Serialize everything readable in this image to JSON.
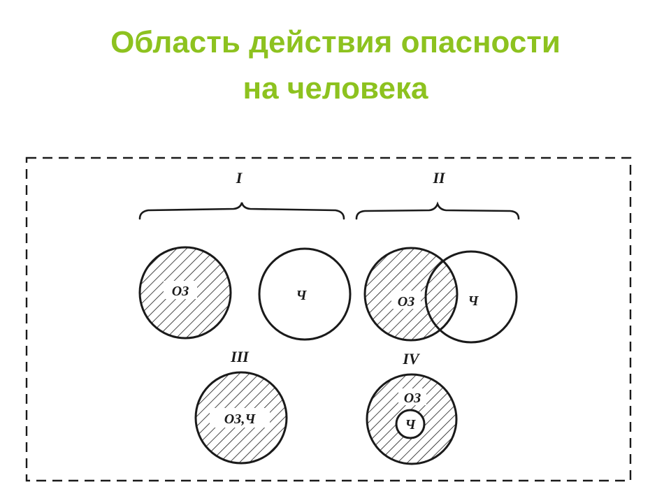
{
  "title": {
    "line1": "Область действия опасности",
    "line2": "на человека",
    "color": "#8dc21f"
  },
  "diagram": {
    "ink": "#1a1a1a",
    "groups": [
      {
        "label": "I",
        "case": "separate"
      },
      {
        "label": "II",
        "case": "partial-overlap"
      },
      {
        "label": "III",
        "case": "coinciding"
      },
      {
        "label": "IV",
        "case": "nested"
      }
    ],
    "circles": {
      "danger_zone": "ОЗ",
      "person": "Ч",
      "combined": "ОЗ,Ч"
    }
  }
}
